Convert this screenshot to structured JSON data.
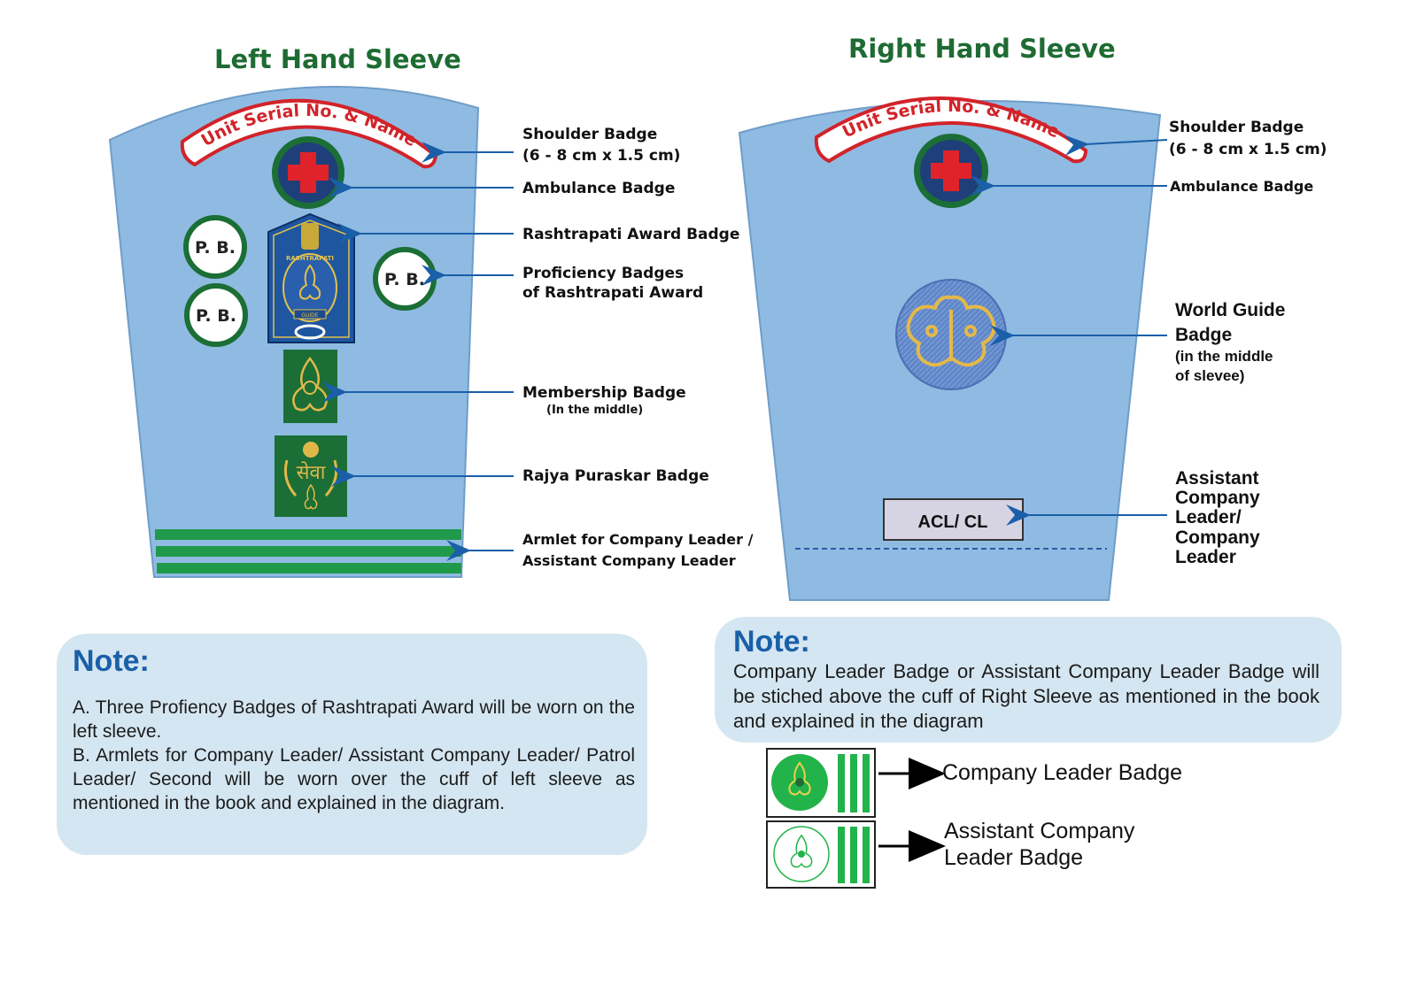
{
  "left": {
    "title": "Left Hand Sleeve",
    "shoulder_text": "Unit Serial No. & Name",
    "pb_label": "P. B.",
    "labels": {
      "shoulder_1": "Shoulder Badge",
      "shoulder_2": "(6 - 8 cm x 1.5 cm)",
      "ambulance": "Ambulance Badge",
      "rashtrapati": "Rashtrapati Award Badge",
      "proficiency_1": "Proficiency Badges",
      "proficiency_2": "of  Rashtrapati Award",
      "membership": "Membership Badge",
      "membership_note": "(In the middle)",
      "rajya": "Rajya Puraskar Badge",
      "armlet_1": "Armlet for Company Leader /",
      "armlet_2": "Assistant Company Leader"
    },
    "rashtrapati_badge_text": "RASHTRAPATI",
    "rashtrapati_badge_bottom": "GUIDE",
    "seva_text": "सेवा"
  },
  "right": {
    "title": "Right Hand Sleeve",
    "shoulder_text": "Unit Serial No. & Name",
    "acl_box": "ACL/ CL",
    "labels": {
      "shoulder_1": "Shoulder Badge",
      "shoulder_2": "(6 - 8 cm x 1.5 cm)",
      "ambulance": "Ambulance Badge",
      "world_1": "World Guide",
      "world_2": "Badge",
      "world_3": "(in the middle",
      "world_4": "of slevee)",
      "acl_1": "Assistant",
      "acl_2": "Company",
      "acl_3": "Leader/",
      "acl_4": "Company",
      "acl_5": "Leader"
    }
  },
  "note_left": {
    "heading": "Note:",
    "line_a": "A. Three Profiency Badges of Rashtrapati Award will be worn on the left sleeve.",
    "line_b": "B. Armlets for Company Leader/ Assistant Company Leader/ Patrol Leader/ Second will be worn over the cuff of left sleeve as mentioned in the book and explained in the diagram."
  },
  "note_right": {
    "heading": "Note:",
    "text": "Company Leader Badge or Assistant Company Leader Badge will be stiched above the cuff of Right Sleeve as mentioned in the book and explained in the diagram"
  },
  "legend": {
    "cl_label": "Company Leader Badge",
    "acl_label_1": "Assistant Company",
    "acl_label_2": "Leader Badge"
  },
  "colors": {
    "sleeve": "#8fbbe2",
    "title_green": "#1e6b33",
    "badge_green": "#1b6e35",
    "arrow_blue": "#1a5fa8",
    "note_bg": "#d4e6f1",
    "stripe_green": "#1f9a4b"
  }
}
